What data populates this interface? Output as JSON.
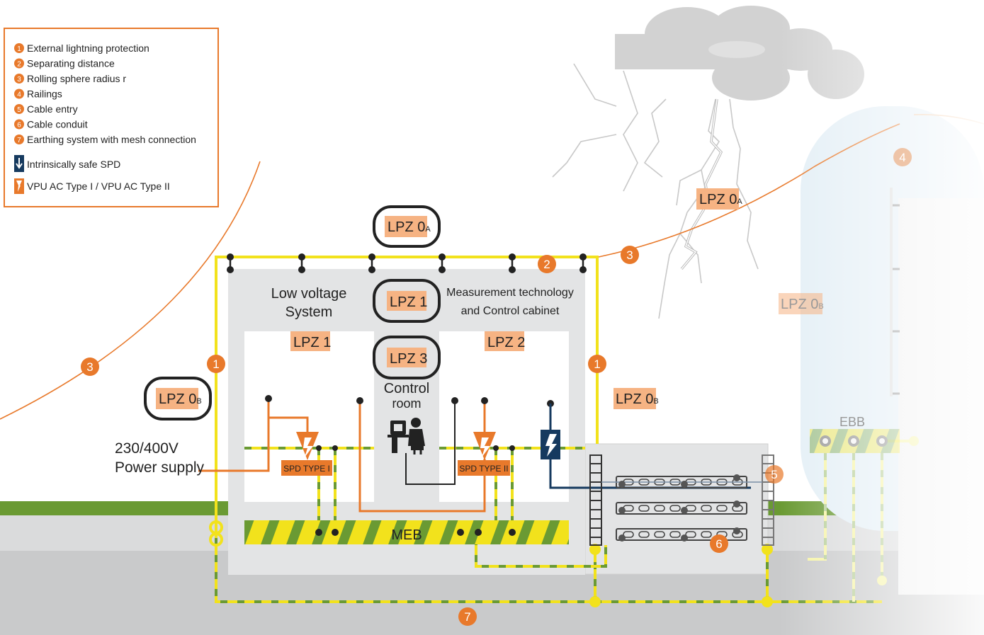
{
  "legend": {
    "items": [
      {
        "num": "1",
        "text": "External lightning protection"
      },
      {
        "num": "2",
        "text": "Separating distance"
      },
      {
        "num": "3",
        "text": "Rolling sphere radius r"
      },
      {
        "num": "4",
        "text": "Railings"
      },
      {
        "num": "5",
        "text": "Cable entry"
      },
      {
        "num": "6",
        "text": "Cable conduit"
      },
      {
        "num": "7",
        "text": "Earthing system with mesh connection"
      }
    ],
    "spd_safe": "Intrinsically safe SPD",
    "spd_vpu": "VPU AC Type I / VPU AC Type II"
  },
  "zones": {
    "lpz0a": "LPZ 0",
    "sub_a": "A",
    "sub_b": "B",
    "lpz1": "LPZ 1",
    "lpz2": "LPZ 2",
    "lpz3": "LPZ 3",
    "lpz0b": "LPZ 0"
  },
  "labels": {
    "low_voltage_1": "Low voltage",
    "low_voltage_2": "System",
    "measurement_1": "Measurement technology",
    "measurement_2": "and Control cabinet",
    "control_1": "Control",
    "control_2": "room",
    "power_1": "230/400V",
    "power_2": "Power supply",
    "spd1": "SPD TYPE I",
    "spd2": "SPD TYPE II",
    "meb": "MEB",
    "ebb": "EBB"
  },
  "markers": {
    "m1": "1",
    "m2": "2",
    "m3": "3",
    "m4": "4",
    "m5": "5",
    "m6": "6",
    "m7": "7"
  },
  "colors": {
    "orange": "#E8792B",
    "zone_fill": "#F6B383",
    "yellow": "#F2E21C",
    "green": "#6A9A33",
    "navy": "#163A5F",
    "building": "#E3E4E5",
    "dark": "#222222"
  }
}
